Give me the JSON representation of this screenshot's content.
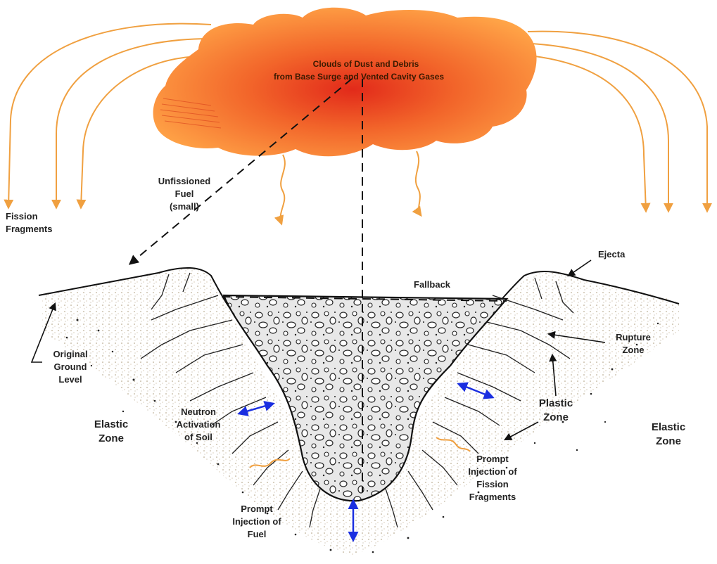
{
  "cloud": {
    "label_line1": "Clouds of Dust and Debris",
    "label_line2": "from Base Surge and Vented Cavity Gases"
  },
  "labels": {
    "fission_fragments": [
      "Fission",
      "Fragments"
    ],
    "unfissioned_fuel": [
      "Unfissioned",
      "Fuel",
      "(small)"
    ],
    "ejecta": "Ejecta",
    "fallback": "Fallback",
    "original_ground_level": [
      "Original",
      "Ground",
      "Level"
    ],
    "rupture_zone": [
      "Rupture",
      "Zone"
    ],
    "plastic_zone": [
      "Plastic",
      "Zone"
    ],
    "elastic_zone_left": [
      "Elastic",
      "Zone"
    ],
    "elastic_zone_right": [
      "Elastic",
      "Zone"
    ],
    "neutron_activation": [
      "Neutron",
      "Activation",
      "of Soil"
    ],
    "prompt_injection_fission": [
      "Prompt",
      "Injection of",
      "Fission",
      "Fragments"
    ],
    "prompt_injection_fuel": [
      "Prompt",
      "Injection of",
      "Fuel"
    ]
  },
  "colors": {
    "cloud_outer": "#ff9a3c",
    "cloud_inner": "#e8341c",
    "arrow_orange": "#f0a040",
    "blue_arrow": "#1a2ee0",
    "ink": "#111111",
    "soil": "#c9b48c"
  }
}
